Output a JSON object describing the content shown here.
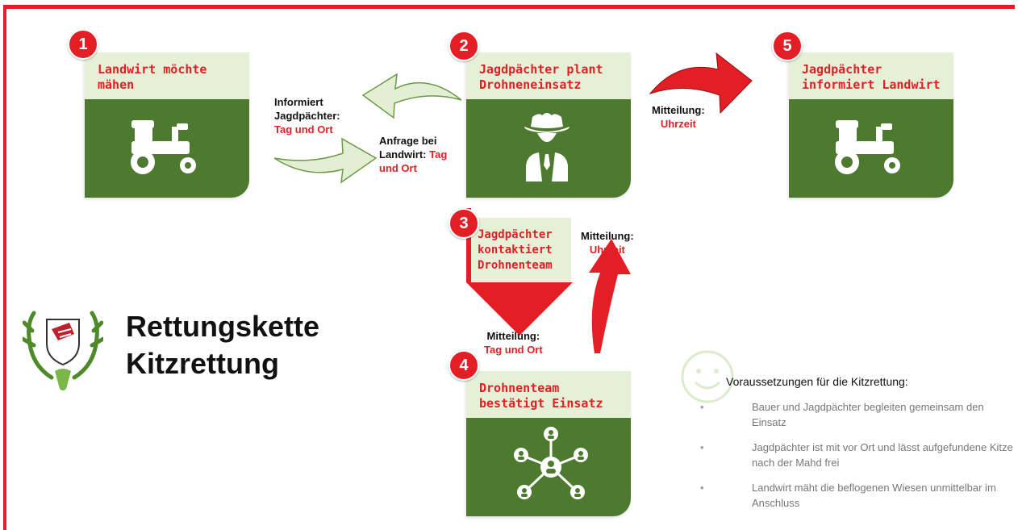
{
  "steps": [
    {
      "number": "1",
      "title": "Landwirt möchte mähen",
      "icon": "tractor-icon"
    },
    {
      "number": "2",
      "title": "Jagdpächter plant Drohneneinsatz",
      "icon": "hunter-icon"
    },
    {
      "number": "3",
      "title": "Jagdpächter kontaktiert Drohnenteam"
    },
    {
      "number": "4",
      "title": "Drohnenteam bestätigt Einsatz",
      "icon": "network-icon"
    },
    {
      "number": "5",
      "title": "Jagdpächter informiert Landwirt",
      "icon": "tractor-icon"
    }
  ],
  "labels": {
    "informiert_black": "Informiert Jagdpächter:",
    "informiert_red": "Tag und Ort",
    "anfrage_black": "Anfrage bei Landwirt:",
    "anfrage_red": "Tag und Ort",
    "mitteilung_top_black": "Mitteilung:",
    "mitteilung_top_red": "Uhrzeit",
    "mitteilung_mid_black": "Mitteilung:",
    "mitteilung_mid_red": "Uhrzeit",
    "mitteilung_bottom_black": "Mitteilung:",
    "mitteilung_bottom_red": "Tag und Ort"
  },
  "main_title": {
    "line1": "Rettungskette",
    "line2": "Kitzrettung"
  },
  "requirements": {
    "heading": "Voraussetzungen für die Kitzrettung:",
    "items": [
      "Bauer und Jagdpächter begleiten gemeinsam den Einsatz",
      "Jagdpächter ist mit vor Ort und lässt aufgefundene Kitze nach der Mahd frei",
      "Landwirt mäht die beflogenen Wiesen unmittelbar im Anschluss"
    ]
  },
  "colors": {
    "accent_red": "#e31e24",
    "panel_green": "#4e7a30",
    "card_light": "#e6f0d6",
    "arrow_light": "#e3efd3"
  }
}
